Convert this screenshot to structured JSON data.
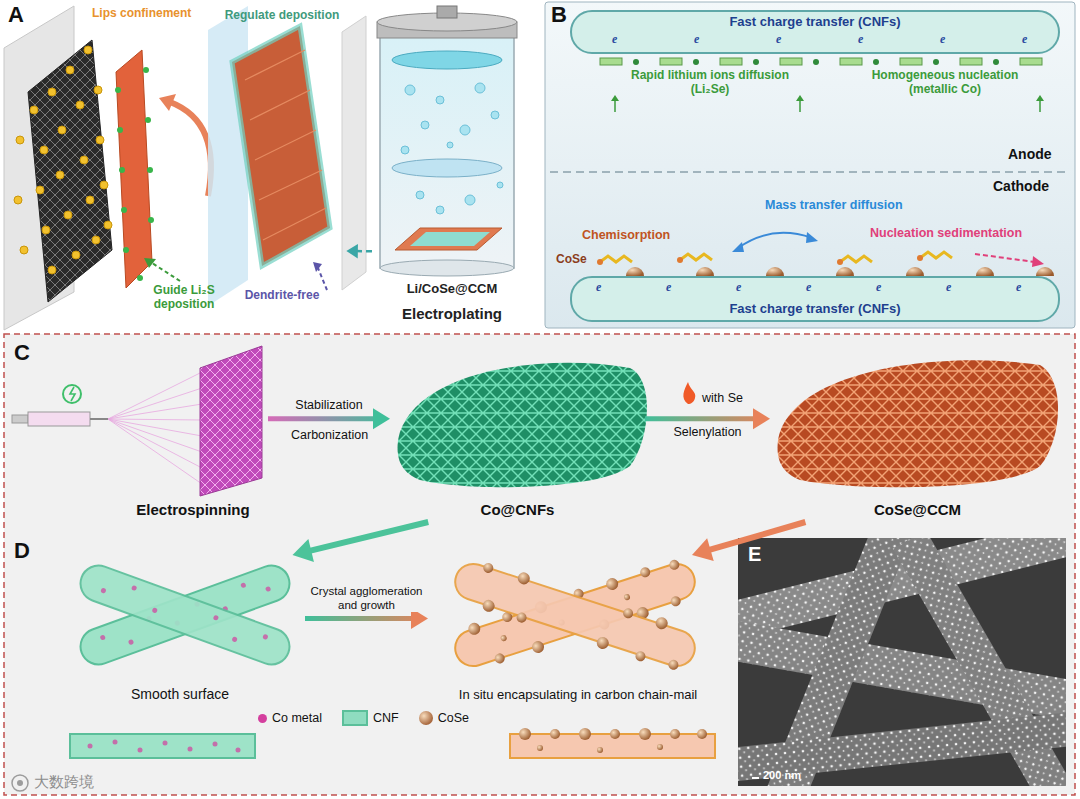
{
  "diagram": {
    "nodes": [
      {
        "text": [
          "Regulate deposition",
          "Dendrite-free"
        ]
      },
      {
        "text": [
          "Li/CoSe@CCM",
          "Electroplating"
        ]
      },
      {
        "text": [
          "Fast charge transfer (CNFs)"
        ]
      },
      {
        "text": [
          "Fast charge transfer (CNFs)"
        ]
      },
      {
        "text": [
          "Electrospinning"
        ]
      },
      {
        "text": [
          "Co@CNFs"
        ]
      },
      {
        "text": [
          "CoSe@CCM"
        ]
      },
      {
        "text": [
          "Smooth surface"
        ]
      },
      {
        "text": [
          "In situ encapsulating in carbon chain-mail"
        ]
      }
    ],
    "edges": [
      {
        "from": 1,
        "to": 0,
        "arrow": "to"
      },
      {
        "from": 4,
        "to": 5,
        "label": "Stabilization",
        "arrow": "to"
      },
      {
        "from": 5,
        "to": 6,
        "label": "Selenylation",
        "arrow": "to"
      },
      {
        "from": 5,
        "to": 7,
        "arrow": "to"
      },
      {
        "from": 6,
        "to": 8,
        "arrow": "to"
      },
      {
        "from": 7,
        "to": 8,
        "label": "Crystal agglomeration and growth",
        "arrow": "to"
      }
    ],
    "labels": [
      "A",
      "Lips confinement",
      "Guide Li₂S deposition",
      "B",
      "e",
      "e",
      "e",
      "e",
      "e",
      "e",
      "Rapid lithium ions diffusion (Li₂Se)",
      "Homogeneous nucleation (metallic Co)",
      "Anode",
      "Cathode",
      "Mass transfer diffusion",
      "Chemisorption",
      "Nucleation sedimentation",
      "CoSe",
      "e",
      "e",
      "e",
      "e",
      "e",
      "e",
      "e",
      "C",
      "Carbonization",
      "with Se",
      "D",
      "E",
      "200 nm",
      "大数跨境"
    ],
    "legend": [
      {
        "text": "Co metal",
        "color": "#d43f9e"
      },
      {
        "text": "CNF",
        "color": "#8fdcc0"
      },
      {
        "text": "CoSe",
        "color": "#a8683e"
      }
    ]
  }
}
